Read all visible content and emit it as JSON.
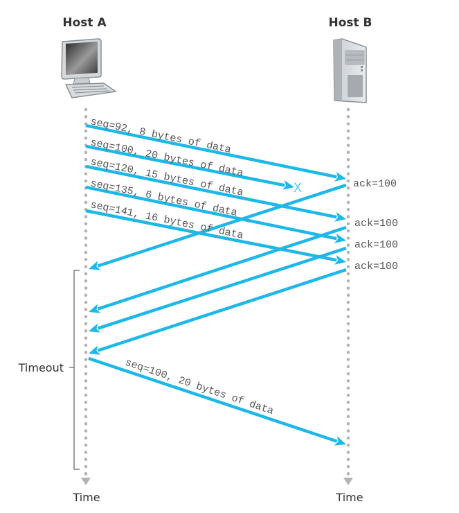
{
  "title": "TCP retransmission due to lost segment (timeout scenario)",
  "colors": {
    "arrow": "#1eb8e8",
    "timeline": "#b3b3b3",
    "text": "#555555",
    "label": "#333333"
  },
  "hosts": {
    "a": {
      "label": "Host A",
      "icon": "desktop-computer-icon",
      "time_label": "Time"
    },
    "b": {
      "label": "Host B",
      "icon": "server-tower-icon",
      "time_label": "Time"
    }
  },
  "segments": [
    {
      "label": "seq=92, 8 bytes of data",
      "seq": 92,
      "bytes": 8,
      "lost": false
    },
    {
      "label": "seq=100, 20 bytes of data",
      "seq": 100,
      "bytes": 20,
      "lost": true
    },
    {
      "label": "seq=120, 15 bytes of data",
      "seq": 120,
      "bytes": 15,
      "lost": false
    },
    {
      "label": "seq=135, 6 bytes of data",
      "seq": 135,
      "bytes": 6,
      "lost": false
    },
    {
      "label": "seq=141, 16 bytes of data",
      "seq": 141,
      "bytes": 16,
      "lost": false
    }
  ],
  "loss_marker": "X",
  "acks": [
    {
      "label": "ack=100",
      "value": 100
    },
    {
      "label": "ack=100",
      "value": 100
    },
    {
      "label": "ack=100",
      "value": 100
    },
    {
      "label": "ack=100",
      "value": 100
    }
  ],
  "timeout": {
    "label": "Timeout"
  },
  "retransmission": {
    "label": "seq=100, 20 bytes of data",
    "seq": 100,
    "bytes": 20
  }
}
